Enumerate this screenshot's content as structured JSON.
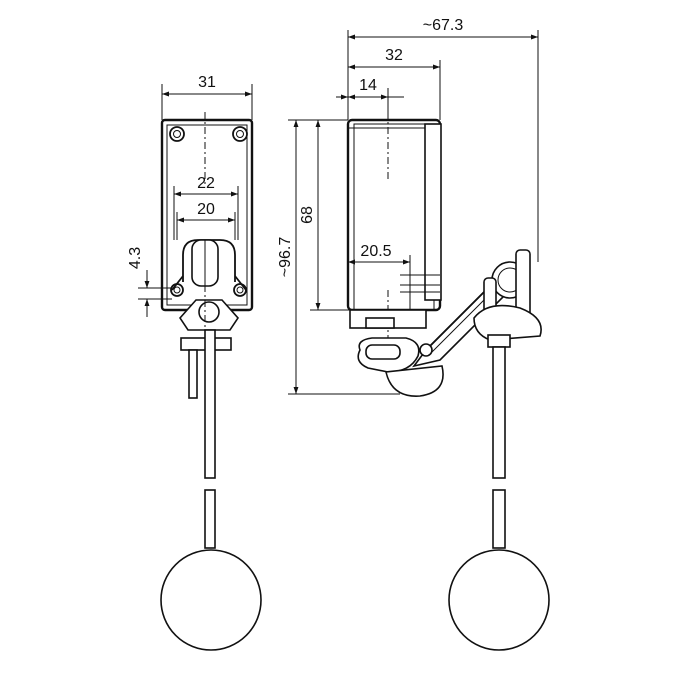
{
  "drawing": {
    "dimensions": {
      "front_width": "31",
      "front_inner_22": "22",
      "front_inner_20": "20",
      "front_offset": "4.3",
      "side_overall_width": "~67.3",
      "side_body_width": "32",
      "side_axis_offset": "14",
      "side_body_height": "68",
      "side_overall_height": "~96.7",
      "side_pivot_offset": "20.5"
    },
    "colors": {
      "line": "#111111",
      "background": "#ffffff"
    }
  }
}
